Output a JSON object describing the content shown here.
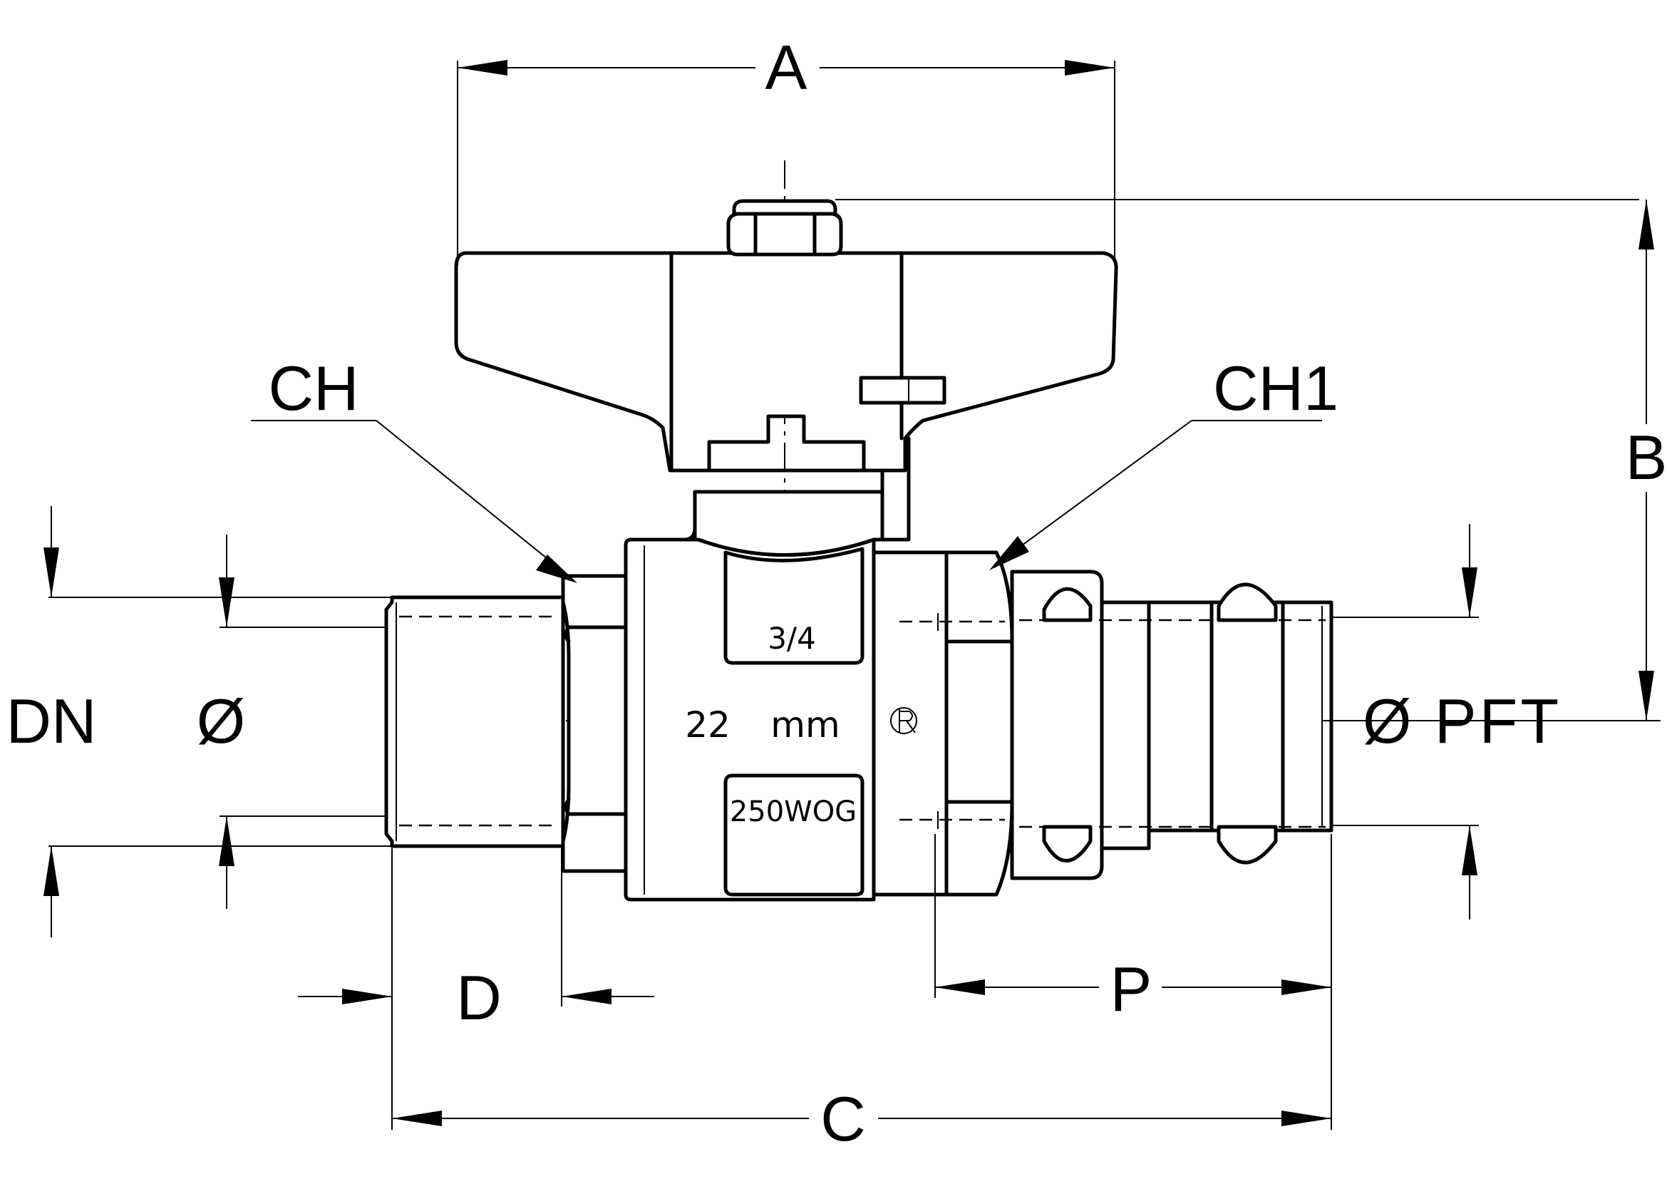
{
  "dimensions": {
    "a": "A",
    "b": "B",
    "c": "C",
    "d": "D",
    "p": "P",
    "dn": "DN",
    "diameter": "Ø",
    "diameter_pft": "Ø PFT",
    "ch": "CH",
    "ch1": "CH1"
  },
  "body_markings": {
    "size": "3/4",
    "pipe": "22",
    "unit": "mm",
    "pressure": "250WOG"
  },
  "icons": {
    "maker_mark": "maker-logo-icon"
  }
}
